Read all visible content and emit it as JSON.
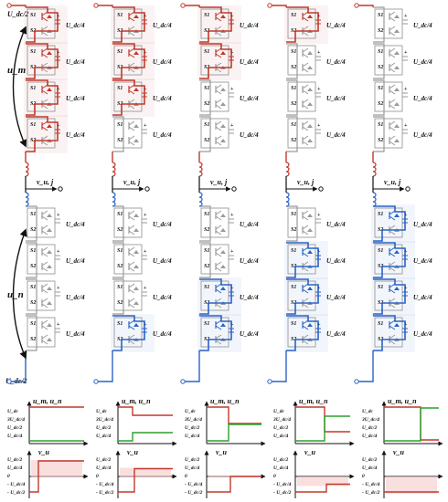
{
  "labels": {
    "upper_dc": "U_dc/2",
    "lower_dc": "U_dc/2",
    "um": "u_m",
    "un": "u_n",
    "vuj": "v_u, j",
    "module_voltage": "U_dc/4",
    "s1": "S1",
    "s2": "S2",
    "plus": "+",
    "wave_top_title": "u_m, u_n",
    "wave_bottom_title": "v_u",
    "top_axis_ticks": [
      "U_dc",
      "3U_dc/4",
      "U_dc/2",
      "U_dc/4"
    ],
    "bottom_axis_ticks": [
      "U_dc/2",
      "U_dc/4",
      "0",
      "- U_dc/4",
      "- U_dc/2"
    ]
  },
  "colors": {
    "upper_arm": "#c0392b",
    "lower_arm": "#2a63c6",
    "bypassed": "#9a9a9a",
    "um_wave": "#c0392b",
    "un_wave": "#2aa12a",
    "vu_wave": "#c0392b",
    "wave_shadow": "#f6c9c9"
  },
  "states": [
    {
      "upper_inserted": 4,
      "lower_inserted": 0
    },
    {
      "upper_inserted": 3,
      "lower_inserted": 1
    },
    {
      "upper_inserted": 2,
      "lower_inserted": 2
    },
    {
      "upper_inserted": 1,
      "lower_inserted": 3
    },
    {
      "upper_inserted": 0,
      "lower_inserted": 4
    }
  ]
}
